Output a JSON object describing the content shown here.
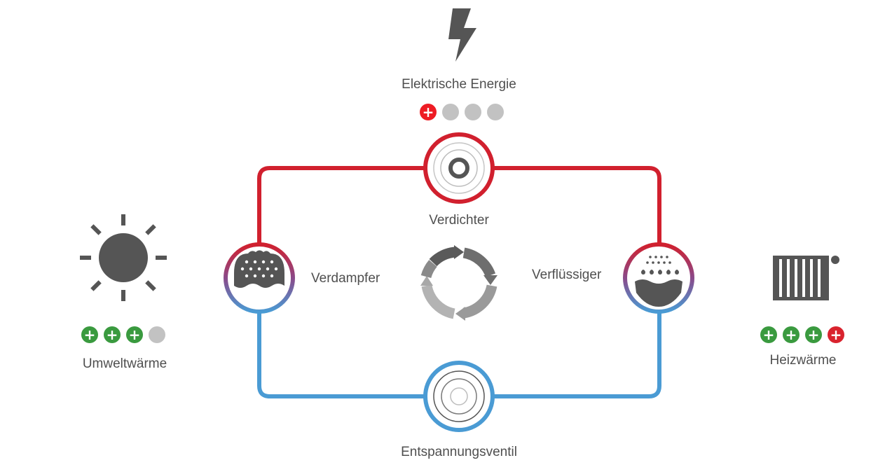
{
  "labels": {
    "energy": "Elektrische Energie",
    "compressor": "Verdichter",
    "evaporator": "Verdampfer",
    "condenser": "Verflüssiger",
    "valve": "Entspannungsventil",
    "ambient_heat": "Umweltwärme",
    "heating_heat": "Heizwärme"
  },
  "ratings": {
    "energy": [
      "plus-red",
      "empty",
      "empty",
      "empty"
    ],
    "ambient_heat": [
      "plus-green",
      "plus-green",
      "plus-green",
      "empty"
    ],
    "heating_heat": [
      "plus-green",
      "plus-green",
      "plus-green",
      "plus-red"
    ]
  },
  "icons": {
    "energy": "lightning-bolt-icon",
    "compressor": "concentric-rings-icon",
    "evaporator": "evaporator-bubbles-icon",
    "condenser": "condenser-drops-icon",
    "valve": "expansion-valve-rings-icon",
    "cycle": "cycle-arrows-icon",
    "ambient": "sun-icon",
    "heating": "radiator-icon"
  },
  "colors": {
    "hot_line": "#d1202e",
    "cold_line": "#4a9bd4",
    "icon_grey": "#555555",
    "plus_green": "#3a9a3f",
    "plus_red": "#d9232e",
    "empty_dot": "#c2c2c2"
  }
}
